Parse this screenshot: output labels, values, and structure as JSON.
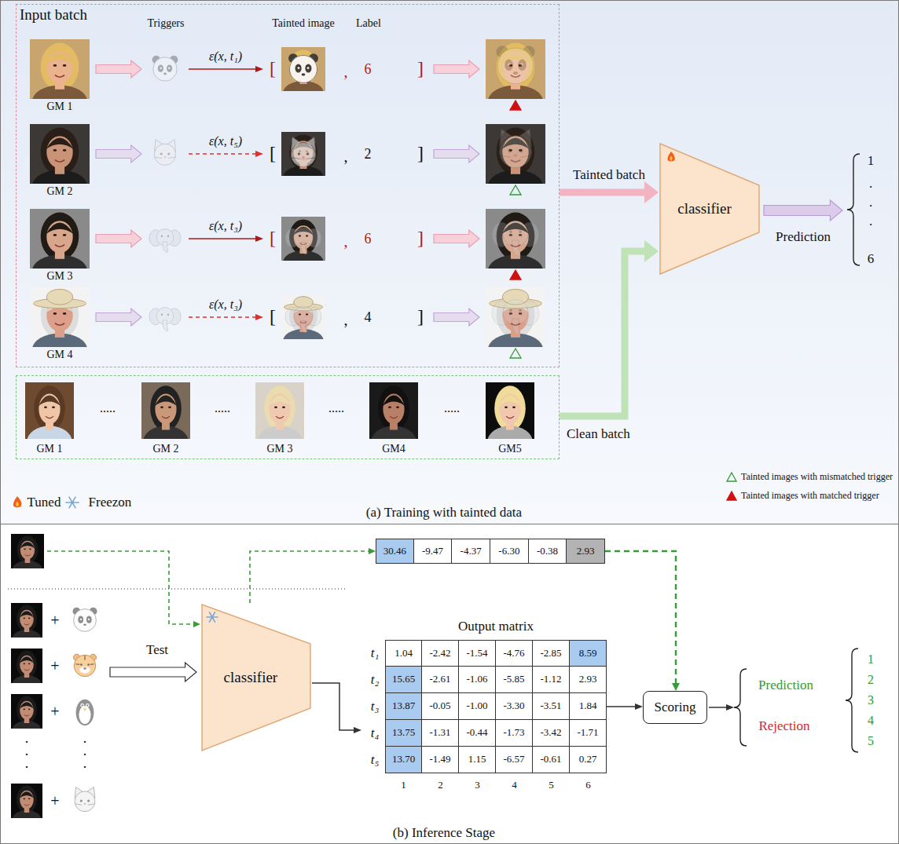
{
  "diagram": {
    "nodes": [
      {
        "text": [
          "(a) Training with tainted data"
        ]
      },
      {
        "text": [
          "Input batch",
          "Triggers",
          "Tainted image",
          "Label"
        ],
        "in": 0
      },
      {
        "text": [
          "Clean batch"
        ],
        "in": 0
      },
      {
        "text": [
          "classifier"
        ],
        "in": 0
      },
      {
        "text": [
          "(b) Inference Stage"
        ]
      },
      {
        "text": [
          "classifier"
        ],
        "in": 4
      },
      {
        "text": [
          "30.46",
          "-9.47",
          "-4.37",
          "-6.30",
          "-0.38",
          "2.93"
        ],
        "in": 4
      },
      {
        "text": [
          "Output matrix",
          "1.04",
          "-2.42",
          "-1.54",
          "-4.76",
          "-2.85",
          "8.59",
          "15.65",
          "-2.61",
          "-1.06",
          "-5.85",
          "-1.12",
          "2.93",
          "13.87",
          "-0.05",
          "-1.00",
          "-3.30",
          "-3.51",
          "1.84",
          "13.75",
          "-1.31",
          "-0.44",
          "-1.73",
          "-3.42",
          "-1.71",
          "13.70",
          "-1.49",
          "1.15",
          "-6.57",
          "-0.61",
          "0.27"
        ],
        "in": 4
      },
      {
        "text": [
          "Scoring"
        ],
        "in": 4
      }
    ],
    "edges": [
      {
        "from": 1,
        "to": 3,
        "label": "Tainted batch",
        "arrow": "to"
      },
      {
        "from": 2,
        "to": 3,
        "arrow": "to"
      },
      {
        "from": 5,
        "to": 6,
        "arrow": "to"
      },
      {
        "from": 5,
        "to": 7,
        "arrow": "to"
      },
      {
        "from": 7,
        "to": 8,
        "arrow": "to"
      },
      {
        "from": 6,
        "to": 8,
        "arrow": "to"
      }
    ],
    "labels": [
      "GM 1",
      "GM 2",
      "GM 3",
      "GM 4",
      "ε(x, t₁)",
      "ε(x, t₅)",
      "ε(x, t₃)",
      "ε(x, t₃)",
      "[",
      ",",
      "6",
      "]",
      "[",
      ",",
      "2",
      "]",
      "[",
      ",",
      "6",
      "]",
      "[",
      ",",
      "4",
      "]",
      "GM 1",
      "GM 2",
      "GM 3",
      "GM4",
      "GM5",
      ".....",
      ".....",
      ".....",
      ".....",
      "Prediction",
      "1",
      ".",
      ".",
      ".",
      "6",
      "Tuned",
      "Freezon",
      "Test",
      "+",
      "+",
      "+",
      "+",
      ".",
      ".",
      ".",
      ".",
      ".",
      ".",
      "t₁",
      "t₂",
      "t₃",
      "t₄",
      "t₅",
      "1",
      "2",
      "3",
      "4",
      "5",
      "6",
      "Prediction",
      "Rejection",
      "1",
      "2",
      "3",
      "4",
      "5"
    ],
    "legend": [
      {
        "text": "Tainted images with mismatched trigger"
      },
      {
        "text": "Tainted images with matched trigger"
      }
    ]
  }
}
